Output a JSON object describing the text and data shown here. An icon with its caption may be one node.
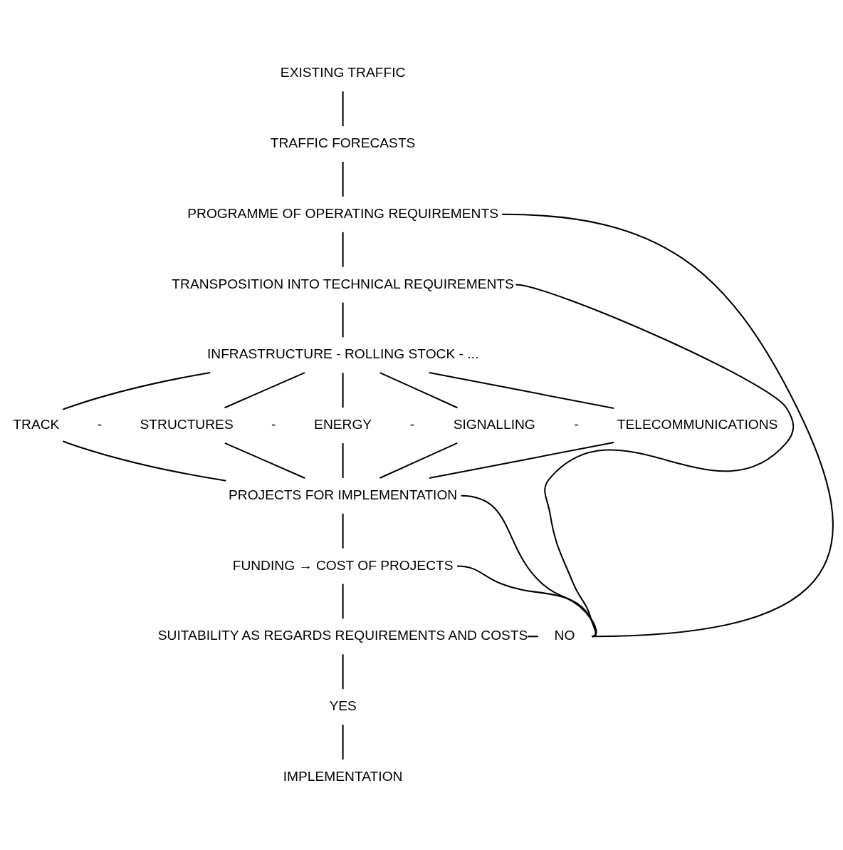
{
  "diagram": {
    "nodes": [
      {
        "text": [
          "EXISTING TRAFFIC"
        ]
      },
      {
        "text": [
          "TRAFFIC FORECASTS"
        ]
      },
      {
        "text": [
          "PROGRAMME OF OPERATING REQUIREMENTS"
        ]
      },
      {
        "text": [
          "TRANSPOSITION INTO TECHNICAL REQUIREMENTS"
        ]
      },
      {
        "text": [
          "INFRASTRUCTURE - ROLLING STOCK - ..."
        ]
      },
      {
        "text": [
          "TRACK"
        ]
      },
      {
        "text": [
          "STRUCTURES"
        ]
      },
      {
        "text": [
          "ENERGY"
        ]
      },
      {
        "text": [
          "SIGNALLING"
        ]
      },
      {
        "text": [
          "TELECOMMUNICATIONS"
        ]
      },
      {
        "text": [
          "PROJECTS FOR IMPLEMENTATION"
        ]
      },
      {
        "text": [
          "FUNDING → COST OF PROJECTS"
        ]
      },
      {
        "text": [
          "SUITABILITY AS REGARDS REQUIREMENTS AND COSTS"
        ]
      },
      {
        "text": [
          "NO"
        ]
      },
      {
        "text": [
          "YES"
        ]
      },
      {
        "text": [
          "IMPLEMENTATION"
        ]
      }
    ],
    "edges": [
      {
        "from": 0,
        "to": 1,
        "arrow": "none"
      },
      {
        "from": 1,
        "to": 2,
        "arrow": "none"
      },
      {
        "from": 2,
        "to": 3,
        "arrow": "none"
      },
      {
        "from": 3,
        "to": 4,
        "arrow": "none"
      },
      {
        "from": 4,
        "to": 5,
        "arrow": "none"
      },
      {
        "from": 4,
        "to": 6,
        "arrow": "none"
      },
      {
        "from": 4,
        "to": 7,
        "arrow": "none"
      },
      {
        "from": 4,
        "to": 8,
        "arrow": "none"
      },
      {
        "from": 4,
        "to": 9,
        "arrow": "none"
      },
      {
        "from": 5,
        "to": 10,
        "arrow": "none"
      },
      {
        "from": 6,
        "to": 10,
        "arrow": "none"
      },
      {
        "from": 7,
        "to": 10,
        "arrow": "none"
      },
      {
        "from": 8,
        "to": 10,
        "arrow": "none"
      },
      {
        "from": 9,
        "to": 10,
        "arrow": "none"
      },
      {
        "from": 10,
        "to": 11,
        "arrow": "none"
      },
      {
        "from": 11,
        "to": 12,
        "arrow": "none"
      },
      {
        "from": 12,
        "to": 13,
        "arrow": "none"
      },
      {
        "from": 12,
        "to": 14,
        "arrow": "none"
      },
      {
        "from": 14,
        "to": 15,
        "arrow": "none"
      },
      {
        "from": 13,
        "to": 2,
        "arrow": "none"
      },
      {
        "from": 13,
        "to": 3,
        "arrow": "none"
      },
      {
        "from": 13,
        "to": 10,
        "arrow": "none"
      },
      {
        "from": 13,
        "to": 11,
        "arrow": "none"
      }
    ],
    "labels": [
      "-",
      "-",
      "-",
      "-"
    ]
  }
}
